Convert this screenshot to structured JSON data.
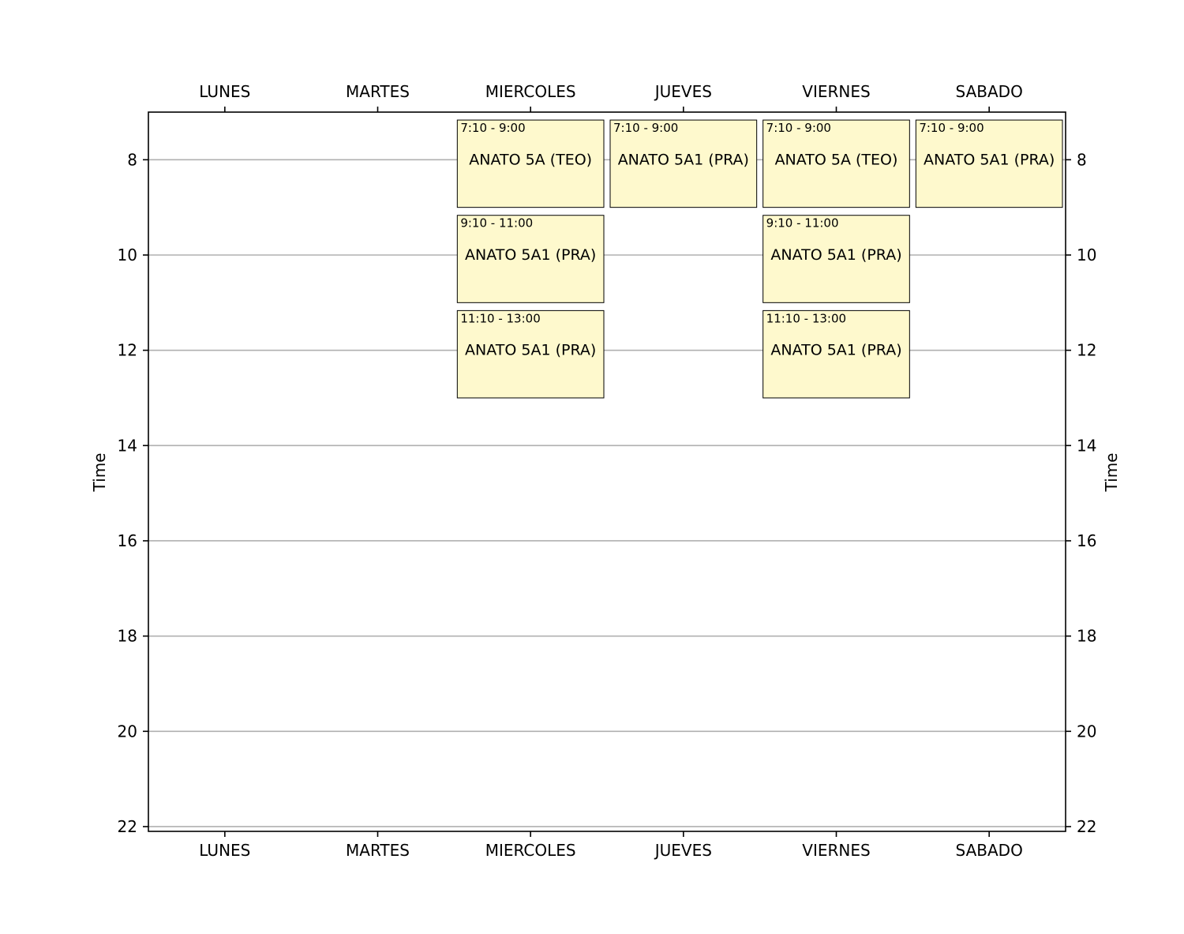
{
  "chart_data": {
    "type": "table",
    "days": [
      "LUNES",
      "MARTES",
      "MIERCOLES",
      "JUEVES",
      "VIERNES",
      "SABADO"
    ],
    "ylabel": "Time",
    "ylim": [
      7,
      22
    ],
    "y_inverted": true,
    "yticks": [
      8,
      10,
      12,
      14,
      16,
      18,
      20,
      22
    ],
    "grid": "horizontal",
    "event_color": "#fef9cd",
    "events": [
      {
        "day": "MIERCOLES",
        "start": 7.1667,
        "end": 9.0,
        "time_label": "7:10 - 9:00",
        "label": "ANATO 5A (TEO)"
      },
      {
        "day": "MIERCOLES",
        "start": 9.1667,
        "end": 11.0,
        "time_label": "9:10 - 11:00",
        "label": "ANATO 5A1 (PRA)"
      },
      {
        "day": "MIERCOLES",
        "start": 11.1667,
        "end": 13.0,
        "time_label": "11:10 - 13:00",
        "label": "ANATO 5A1 (PRA)"
      },
      {
        "day": "JUEVES",
        "start": 7.1667,
        "end": 9.0,
        "time_label": "7:10 - 9:00",
        "label": "ANATO 5A1 (PRA)"
      },
      {
        "day": "VIERNES",
        "start": 7.1667,
        "end": 9.0,
        "time_label": "7:10 - 9:00",
        "label": "ANATO 5A (TEO)"
      },
      {
        "day": "VIERNES",
        "start": 9.1667,
        "end": 11.0,
        "time_label": "9:10 - 11:00",
        "label": "ANATO 5A1 (PRA)"
      },
      {
        "day": "VIERNES",
        "start": 11.1667,
        "end": 13.0,
        "time_label": "11:10 - 13:00",
        "label": "ANATO 5A1 (PRA)"
      },
      {
        "day": "SABADO",
        "start": 7.1667,
        "end": 9.0,
        "time_label": "7:10 - 9:00",
        "label": "ANATO 5A1 (PRA)"
      }
    ]
  }
}
